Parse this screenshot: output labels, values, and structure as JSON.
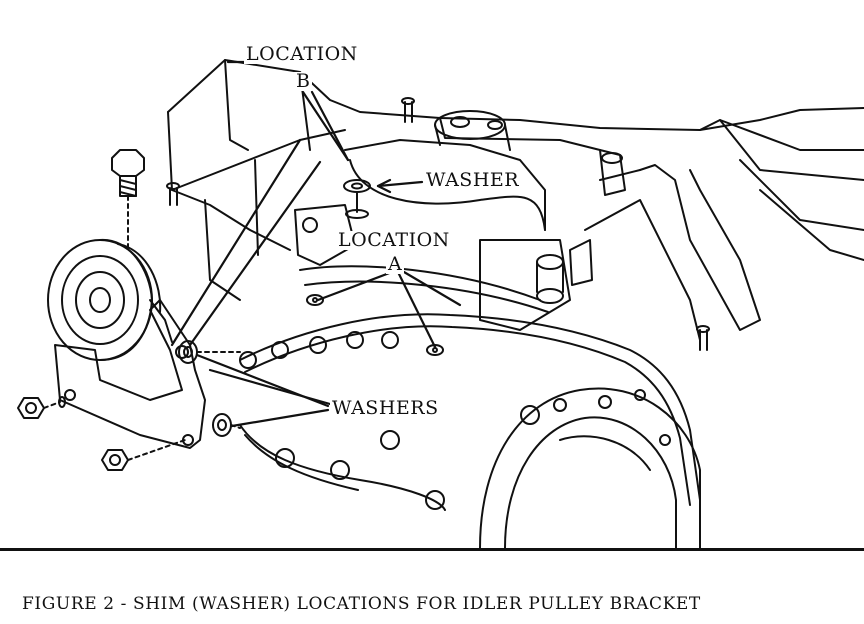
{
  "labels": {
    "location_b_title": "LOCATION",
    "location_b_letter": "B",
    "washer": "WASHER",
    "location_a_title": "LOCATION",
    "location_a_letter": "A",
    "washers": "WASHERS"
  },
  "caption": "FIGURE 2 - SHIM (WASHER) LOCATIONS FOR IDLER PULLEY BRACKET",
  "colors": {
    "ink": "#111111",
    "paper": "#ffffff"
  }
}
